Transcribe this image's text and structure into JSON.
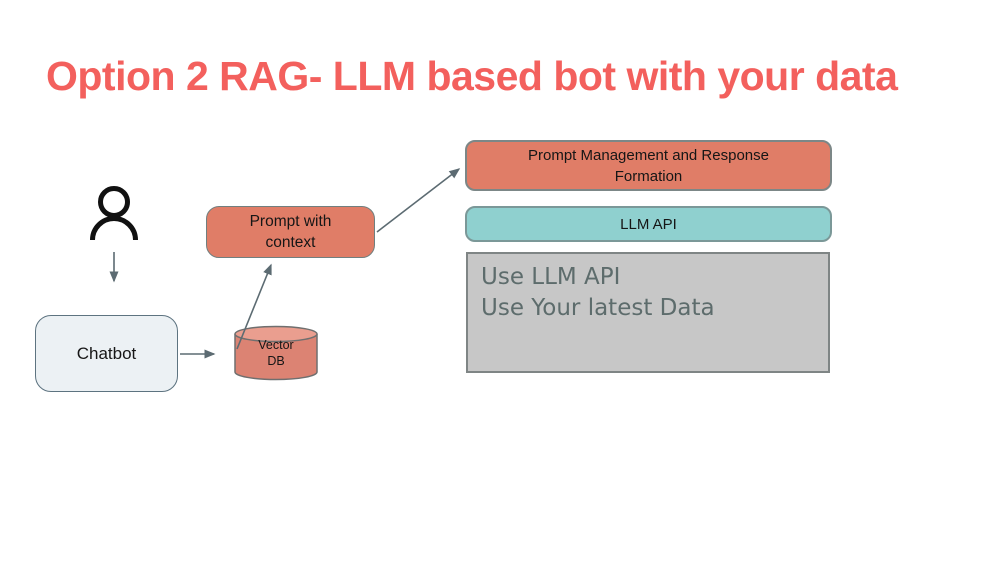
{
  "title": {
    "text": "Option 2 RAG- LLM based bot with your data",
    "color": "#f3605d"
  },
  "nodes": {
    "user": {
      "icon": "person-icon",
      "color": "#111111"
    },
    "chatbot": {
      "label": "Chatbot",
      "fill": "#ecf1f4",
      "border": "#5d7380"
    },
    "vector_db": {
      "line1": "Vector",
      "line2": "DB",
      "fill": "#dc8373",
      "top_fill": "#ea9e8f",
      "border": "#6f6f6f"
    },
    "prompt_context": {
      "line1": "Prompt with",
      "line2": "context",
      "fill": "#e07d67",
      "border": "#707f7f"
    },
    "prompt_mgmt": {
      "line1": "Prompt Management and Response",
      "line2": "Formation",
      "fill": "#e07d67",
      "border": "#7c8787"
    },
    "llm_api": {
      "label": "LLM API",
      "fill": "#8fd0cf",
      "border": "#7b9898"
    },
    "notes": {
      "line1": "Use LLM API",
      "line2": "Use Your latest Data",
      "fill": "#c7c7c7",
      "border": "#7f8585",
      "text_color": "#5d6c6c"
    }
  },
  "connectors": {
    "color": "#5c6b72",
    "items": [
      {
        "name": "arrow-user-to-chatbot",
        "from": "user",
        "to": "chatbot"
      },
      {
        "name": "arrow-chatbot-to-vector-db",
        "from": "chatbot",
        "to": "vector_db"
      },
      {
        "name": "arrow-vector-db-to-prompt-context",
        "from": "vector_db",
        "to": "prompt_context"
      },
      {
        "name": "arrow-prompt-context-to-prompt-mgmt",
        "from": "prompt_context",
        "to": "prompt_mgmt"
      }
    ]
  }
}
